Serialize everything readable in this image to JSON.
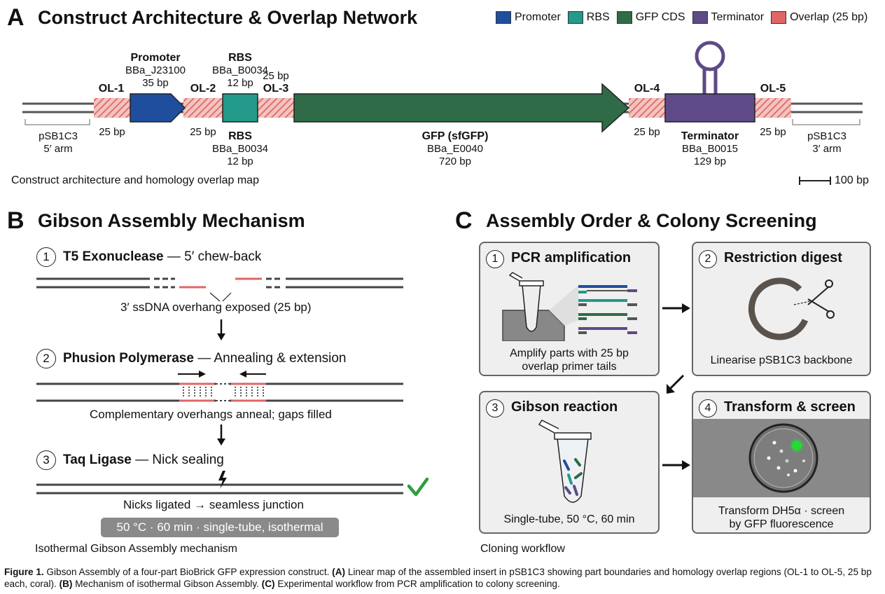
{
  "panelA": {
    "letter": "A",
    "title": "Construct Architecture & Overlap Network",
    "legend": [
      {
        "label": "Promoter",
        "color": "#1f4e9e"
      },
      {
        "label": "RBS",
        "color": "#239a8a"
      },
      {
        "label": "GFP CDS",
        "color": "#2e6b46"
      },
      {
        "label": "Terminator",
        "color": "#5e4a86"
      },
      {
        "label": "Overlap (25 bp)",
        "color": "#e06666"
      }
    ],
    "overlaps": [
      {
        "name": "OL-1",
        "size": "25 bp"
      },
      {
        "name": "OL-2",
        "size": "25 bp"
      },
      {
        "name": "OL-3",
        "size": "25 bp"
      },
      {
        "name": "OL-4",
        "size": "25 bp"
      },
      {
        "name": "OL-5",
        "size": "25 bp"
      }
    ],
    "promoter": {
      "name": "Promoter",
      "id": "BBa_J23100",
      "size": "35 bp"
    },
    "rbs_top": {
      "name": "RBS",
      "id": "BBa_B0034",
      "size": "12 bp"
    },
    "rbs_bottom": {
      "name": "RBS",
      "id": "BBa_B0034",
      "size": "12 bp"
    },
    "gfp": {
      "name": "GFP (sfGFP)",
      "id": "BBa_E0040",
      "size": "720 bp"
    },
    "terminator": {
      "name": "Terminator",
      "id": "BBa_B0015",
      "size": "129 bp"
    },
    "arm_left": {
      "name": "pSB1C3",
      "sub": "5′ arm"
    },
    "arm_right": {
      "name": "pSB1C3",
      "sub": "3′ arm"
    },
    "subcaption": "Construct architecture and homology overlap map",
    "scale": "100 bp"
  },
  "panelB": {
    "letter": "B",
    "title": "Gibson Assembly Mechanism",
    "steps": [
      {
        "num": "1",
        "enzyme": "T5 Exonuclease",
        "desc": "— 5′ chew-back",
        "note": "3′ ssDNA overhang exposed (25 bp)"
      },
      {
        "num": "2",
        "enzyme": "Phusion Polymerase",
        "desc": "— Annealing & extension",
        "note": "Complementary overhangs anneal; gaps filled"
      },
      {
        "num": "3",
        "enzyme": "Taq Ligase",
        "desc": "— Nick sealing",
        "note": "Nicks ligated → seamless junction"
      }
    ],
    "conditions": "50 °C · 60 min · single-tube, isothermal",
    "subcaption": "Isothermal Gibson Assembly mechanism"
  },
  "panelC": {
    "letter": "C",
    "title": "Assembly Order & Colony Screening",
    "cards": [
      {
        "num": "1",
        "title": "PCR amplification",
        "text1": "Amplify parts with 25 bp",
        "text2": "overlap primer tails"
      },
      {
        "num": "2",
        "title": "Restriction digest",
        "text1": "Linearise pSB1C3 backbone",
        "text2": ""
      },
      {
        "num": "3",
        "title": "Gibson reaction",
        "text1": "Single-tube, 50 °C, 60 min",
        "text2": ""
      },
      {
        "num": "4",
        "title": "Transform & screen",
        "text1": "Transform DH5α · screen",
        "text2": "by GFP fluorescence"
      }
    ],
    "subcaption": "Cloning workflow"
  },
  "caption": {
    "label": "Figure 1.",
    "text": " Gibson Assembly of a four-part BioBrick GFP expression construct. ",
    "a": "(A)",
    "a_text": " Linear map of the assembled insert in pSB1C3 showing part boundaries and homology overlap regions (OL-1 to OL-5, 25 bp each, coral). ",
    "b": "(B)",
    "b_text": " Mechanism of isothermal Gibson Assembly. ",
    "c": "(C)",
    "c_text": " Experimental workflow from PCR amplification to colony screening."
  }
}
